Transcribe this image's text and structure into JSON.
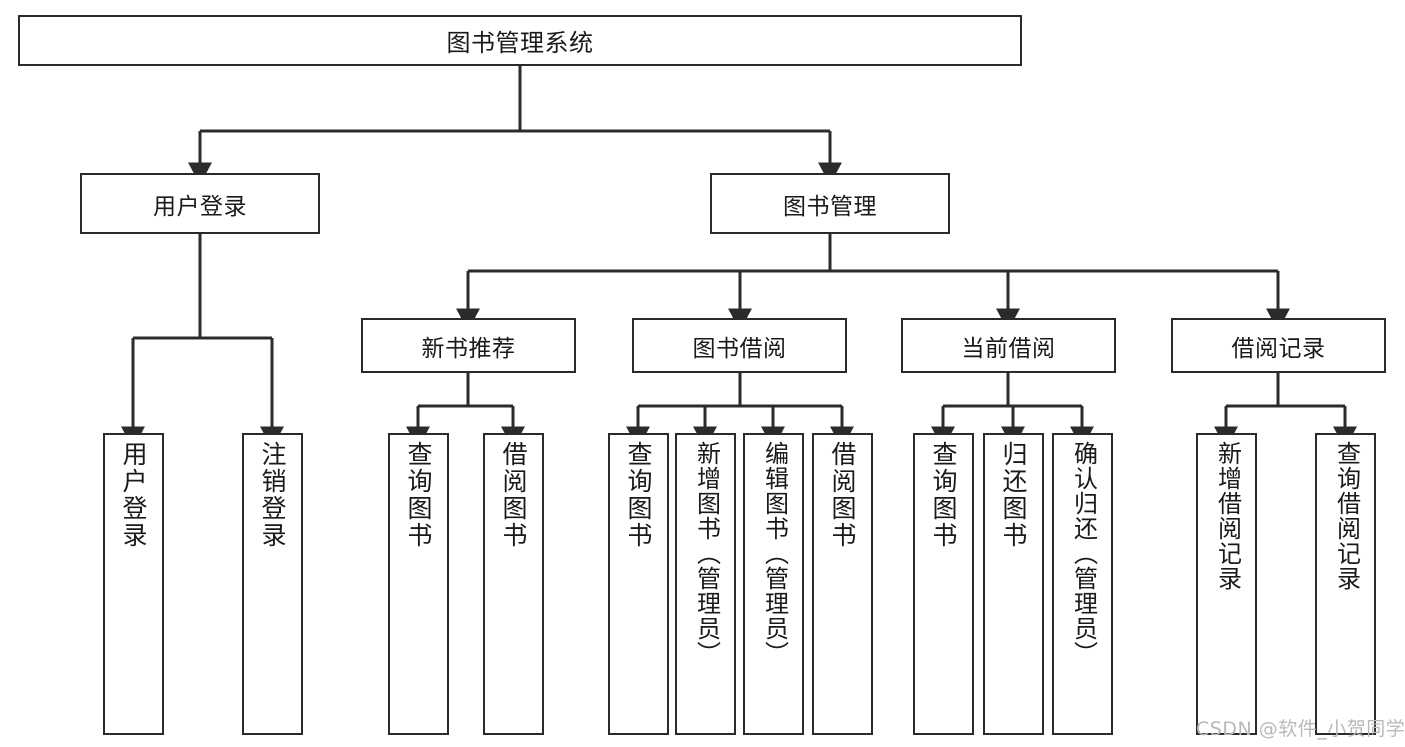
{
  "diagram": {
    "type": "hierarchy-tree",
    "title": "图书管理系统",
    "levels": 4,
    "root": {
      "label": "图书管理系统"
    },
    "level2": [
      {
        "id": "user-login",
        "label": "用户登录"
      },
      {
        "id": "book-manage",
        "label": "图书管理"
      }
    ],
    "level3": [
      {
        "id": "new-book-recommend",
        "label": "新书推荐",
        "parent": "book-manage"
      },
      {
        "id": "book-borrow",
        "label": "图书借阅",
        "parent": "book-manage"
      },
      {
        "id": "current-borrow",
        "label": "当前借阅",
        "parent": "book-manage"
      },
      {
        "id": "borrow-record",
        "label": "借阅记录",
        "parent": "book-manage"
      }
    ],
    "leaves": {
      "user-login": [
        {
          "id": "leaf-user-login",
          "label": "用户登录"
        },
        {
          "id": "leaf-logout-login",
          "label": "注销登录"
        }
      ],
      "new-book-recommend": [
        {
          "id": "leaf-query-book-1",
          "label": "查询图书"
        },
        {
          "id": "leaf-borrow-book-1",
          "label": "借阅图书"
        }
      ],
      "book-borrow": [
        {
          "id": "leaf-query-book-2",
          "label": "查询图书"
        },
        {
          "id": "leaf-add-book",
          "label": "新增图书（管理员）"
        },
        {
          "id": "leaf-edit-book",
          "label": "编辑图书（管理员）"
        },
        {
          "id": "leaf-borrow-book-2",
          "label": "借阅图书"
        }
      ],
      "current-borrow": [
        {
          "id": "leaf-query-book-3",
          "label": "查询图书"
        },
        {
          "id": "leaf-return-book",
          "label": "归还图书"
        },
        {
          "id": "leaf-confirm-return",
          "label": "确认归还（管理员）"
        }
      ],
      "borrow-record": [
        {
          "id": "leaf-add-record",
          "label": "新增借阅记录"
        },
        {
          "id": "leaf-query-record",
          "label": "查询借阅记录"
        }
      ]
    }
  },
  "watermark": {
    "text": "CSDN @软件_小贺同学"
  },
  "colors": {
    "background": "#ffffff",
    "box_fill": "#ffffff",
    "box_stroke": "#2b2b2b",
    "connector": "#2b2b2b",
    "text": "#1a1a1a",
    "watermark": "#b9b9b9"
  }
}
